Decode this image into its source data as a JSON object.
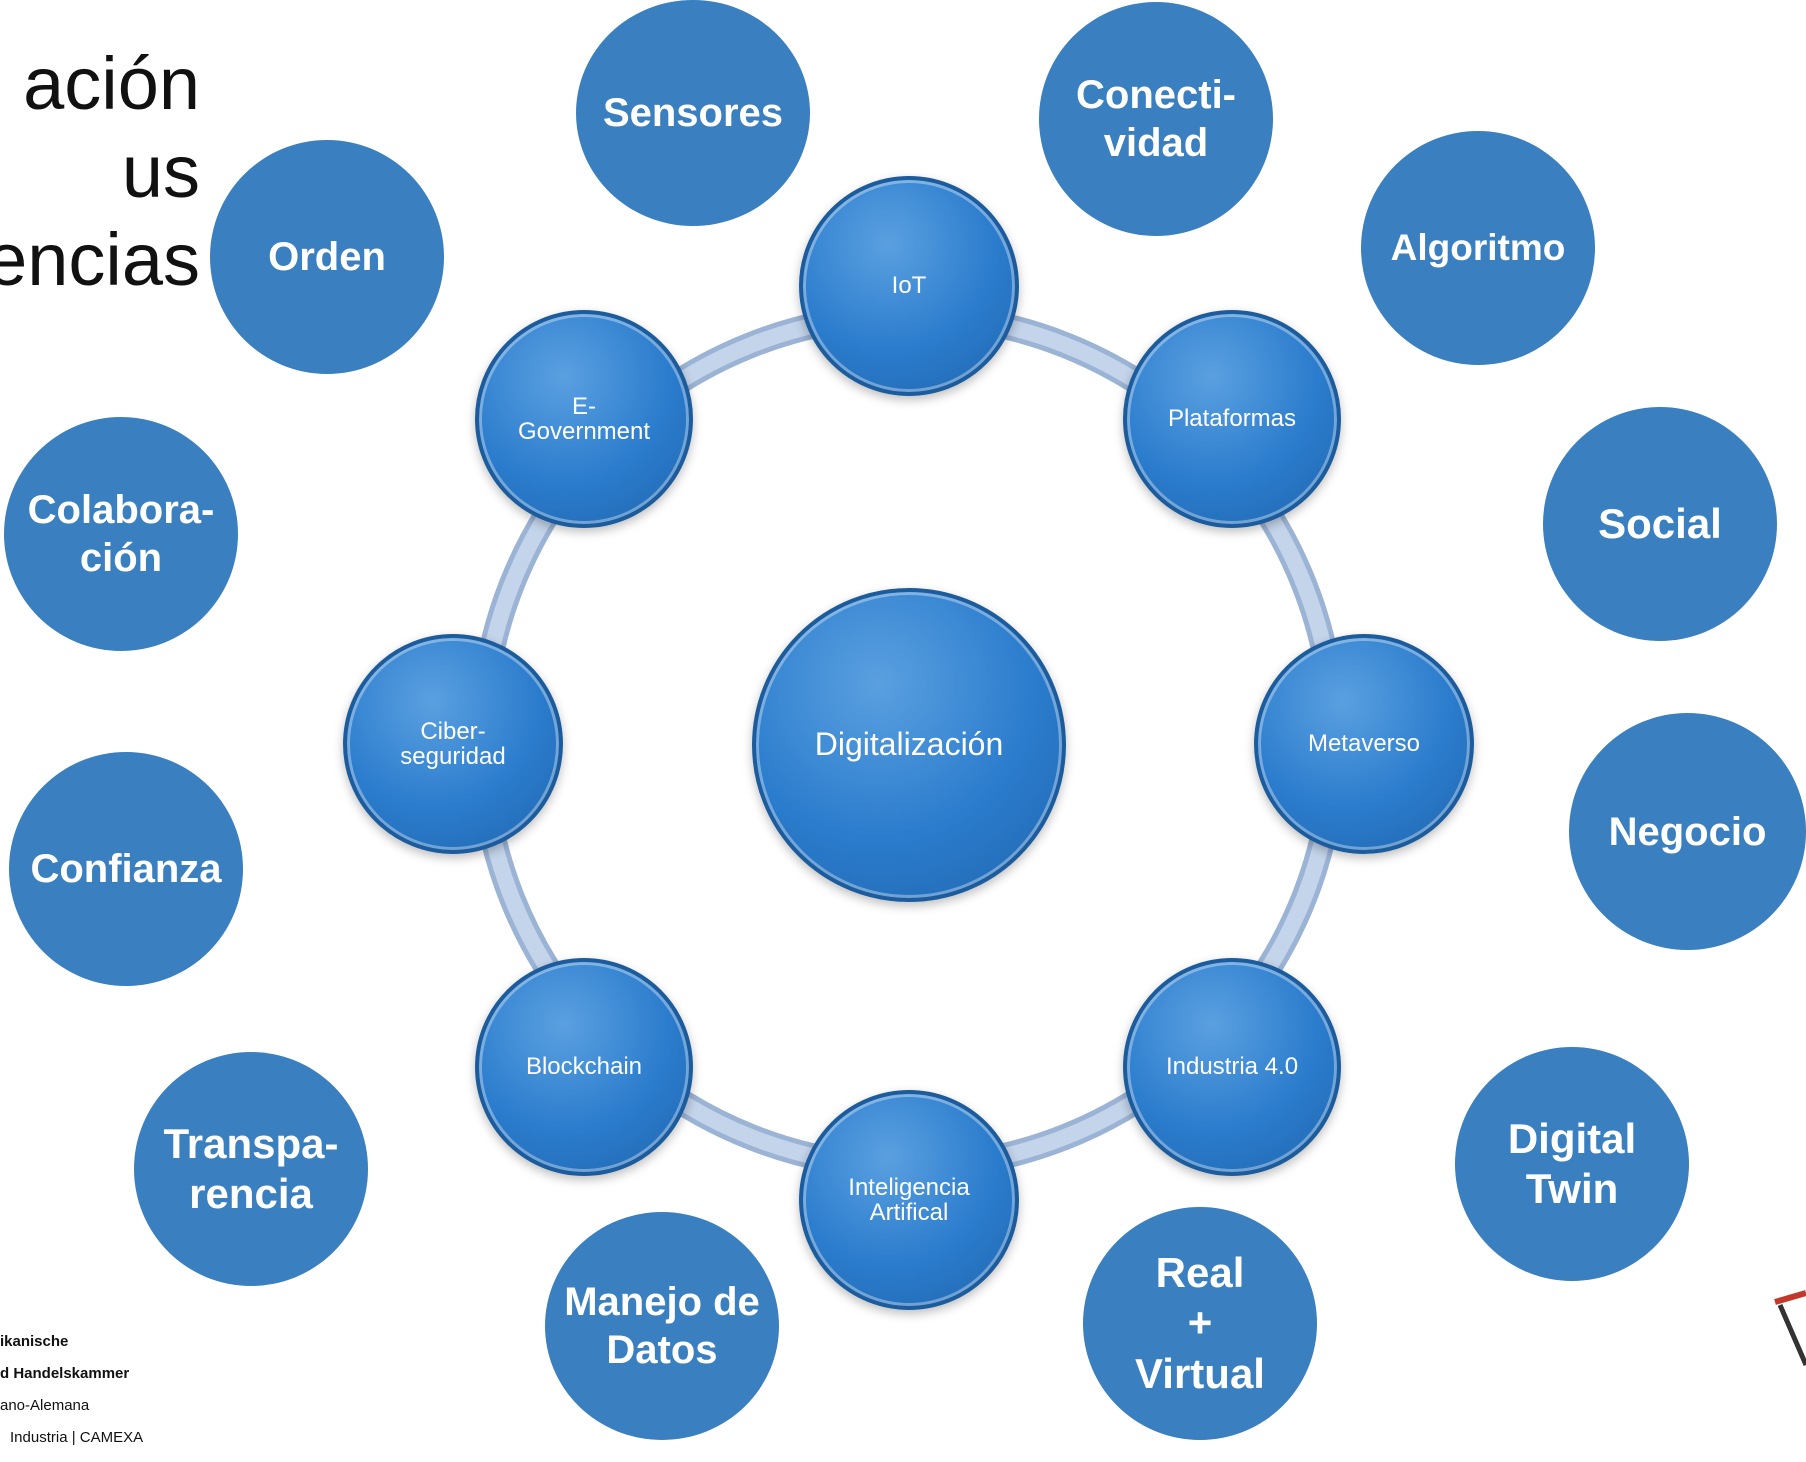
{
  "title": "ación\nus\nencias",
  "center": {
    "label": "Digitalización"
  },
  "ring_nodes": [
    {
      "id": "iot",
      "label": "IoT"
    },
    {
      "id": "plataformas",
      "label": "Plataformas"
    },
    {
      "id": "metaverso",
      "label": "Metaverso"
    },
    {
      "id": "industria",
      "label": "Industria 4.0"
    },
    {
      "id": "ia",
      "label": "Inteligencia\nArtifical"
    },
    {
      "id": "blockchain",
      "label": "Blockchain"
    },
    {
      "id": "ciber",
      "label": "Ciber-\nseguridad"
    },
    {
      "id": "egov",
      "label": "E-\nGovernment"
    }
  ],
  "outer_bubbles": [
    {
      "id": "sensores",
      "label": "Sensores"
    },
    {
      "id": "conectividad",
      "label": "Conecti-\nvidad"
    },
    {
      "id": "algoritmo",
      "label": "Algoritmo"
    },
    {
      "id": "social",
      "label": "Social"
    },
    {
      "id": "negocio",
      "label": "Negocio"
    },
    {
      "id": "digital-twin",
      "label": "Digital\nTwin"
    },
    {
      "id": "real-virtual",
      "label": "Real\n+\nVirtual"
    },
    {
      "id": "manejo",
      "label": "Manejo de\nDatos"
    },
    {
      "id": "transparencia",
      "label": "Transpa-\nrencia"
    },
    {
      "id": "confianza",
      "label": "Confianza"
    },
    {
      "id": "colaboracion",
      "label": "Colabora-\nción"
    },
    {
      "id": "orden",
      "label": "Orden"
    }
  ],
  "footer": {
    "line1": "ikanische",
    "line2": "d Handelskammer",
    "line3": "ano-Alemana",
    "line4": "Industria | CAMEXA"
  },
  "colors": {
    "bubble": "#3a7fbf",
    "node": "#2b7ccd",
    "ring": "#b4c8e2",
    "accent_red": "#c0392b"
  }
}
